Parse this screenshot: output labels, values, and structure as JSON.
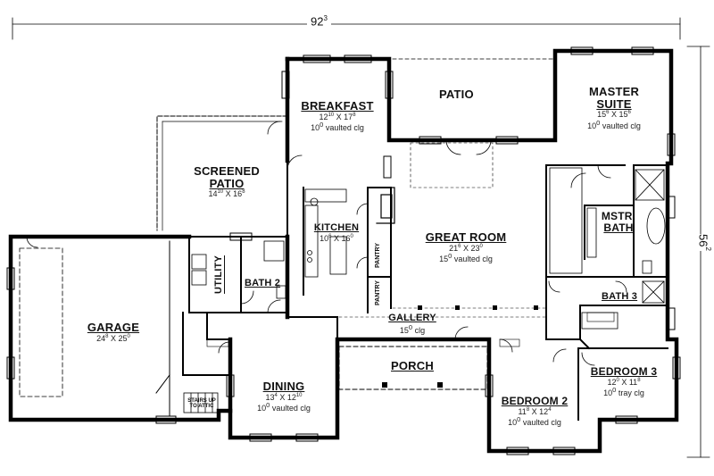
{
  "overall": {
    "width": "92",
    "width_sup": "3",
    "depth": "56",
    "depth_sup": "2"
  },
  "rooms": {
    "breakfast": {
      "name": "BREAKFAST",
      "w": "12",
      "w_sup": "10",
      "d": "17",
      "d_sup": "8",
      "ceiling_num": "10",
      "ceiling_sup": "0",
      "ceiling": " vaulted clg"
    },
    "patio": {
      "name": "PATIO"
    },
    "master_suite": {
      "name_1": "MASTER",
      "name_2": "SUITE",
      "w": "15",
      "w_sup": "6",
      "d": "15",
      "d_sup": "6",
      "ceiling_num": "10",
      "ceiling_sup": "0",
      "ceiling": " vaulted clg"
    },
    "screened_patio": {
      "name_1": "SCREENED",
      "name_2": "PATIO",
      "w": "14",
      "w_sup": "10",
      "d": "16",
      "d_sup": "8"
    },
    "kitchen": {
      "name": "KITCHEN",
      "w": "10",
      "w_sup": "6",
      "d": "16",
      "d_sup": "0"
    },
    "great_room": {
      "name": "GREAT ROOM",
      "w": "21",
      "w_sup": "6",
      "d": "23",
      "d_sup": "0",
      "ceiling_num": "15",
      "ceiling_sup": "0",
      "ceiling": " vaulted clg"
    },
    "mstr_bath": {
      "name_1": "MSTR.",
      "name_2": "BATH"
    },
    "utility": {
      "name": "UTILITY"
    },
    "bath2": {
      "name": "BATH 2"
    },
    "pantry1": {
      "name": "PANTRY"
    },
    "pantry2": {
      "name": "PANTRY"
    },
    "bath3": {
      "name": "BATH 3"
    },
    "garage": {
      "name": "GARAGE",
      "w": "24",
      "w_sup": "8",
      "d": "25",
      "d_sup": "0"
    },
    "gallery": {
      "name": "GALLERY",
      "ceiling_num": "15",
      "ceiling_sup": "0",
      "ceiling": " clg"
    },
    "porch": {
      "name": "PORCH"
    },
    "dining": {
      "name": "DINING",
      "w": "13",
      "w_sup": "4",
      "d": "12",
      "d_sup": "10",
      "ceiling_num": "10",
      "ceiling_sup": "0",
      "ceiling": " vaulted clg"
    },
    "bedroom2": {
      "name": "BEDROOM 2",
      "w": "11",
      "w_sup": "8",
      "d": "12",
      "d_sup": "4",
      "ceiling_num": "10",
      "ceiling_sup": "0",
      "ceiling": " vaulted clg"
    },
    "bedroom3": {
      "name": "BEDROOM 3",
      "w": "12",
      "w_sup": "0",
      "d": "11",
      "d_sup": "8",
      "ceiling_num": "10",
      "ceiling_sup": "0",
      "ceiling": " tray clg"
    },
    "stairs": {
      "line_1": "STAIRS UP",
      "line_2": "TO ATTIC"
    }
  }
}
